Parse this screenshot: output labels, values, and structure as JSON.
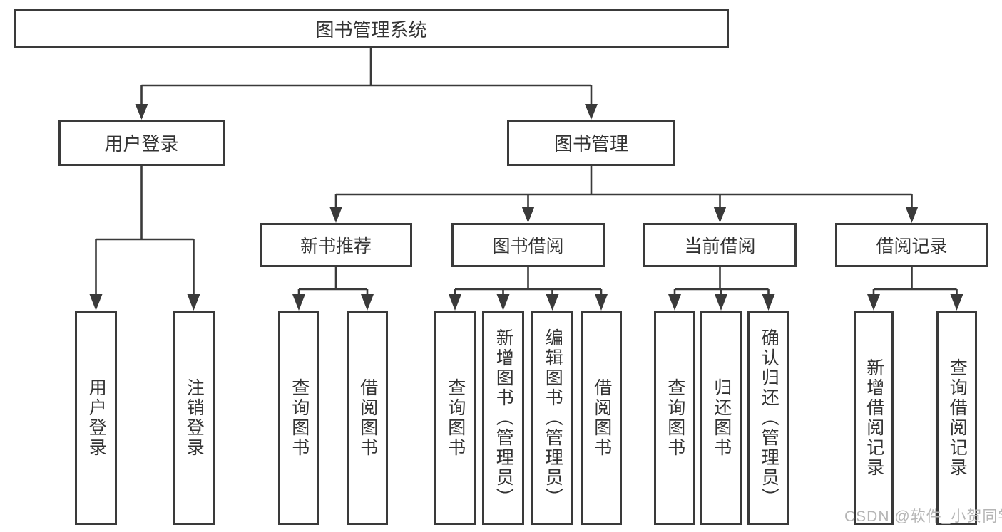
{
  "diagram": {
    "root": {
      "label": "图书管理系统"
    },
    "level2": [
      {
        "label": "用户登录",
        "parent": "图书管理系统"
      },
      {
        "label": "图书管理",
        "parent": "图书管理系统"
      }
    ],
    "level3": [
      {
        "label": "新书推荐",
        "parent": "图书管理"
      },
      {
        "label": "图书借阅",
        "parent": "图书管理"
      },
      {
        "label": "当前借阅",
        "parent": "图书管理"
      },
      {
        "label": "借阅记录",
        "parent": "图书管理"
      }
    ],
    "leaves": [
      {
        "label": "用户登录",
        "parent": "用户登录"
      },
      {
        "label": "注销登录",
        "parent": "用户登录"
      },
      {
        "label": "查询图书",
        "parent": "新书推荐"
      },
      {
        "label": "借阅图书",
        "parent": "新书推荐"
      },
      {
        "label": "查询图书",
        "parent": "图书借阅"
      },
      {
        "label": "新增图书（管理员）",
        "parent": "图书借阅"
      },
      {
        "label": "编辑图书（管理员）",
        "parent": "图书借阅"
      },
      {
        "label": "借阅图书",
        "parent": "图书借阅"
      },
      {
        "label": "查询图书",
        "parent": "当前借阅"
      },
      {
        "label": "归还图书",
        "parent": "当前借阅"
      },
      {
        "label": "确认归还（管理员）",
        "parent": "当前借阅"
      },
      {
        "label": "新增借阅记录",
        "parent": "借阅记录"
      },
      {
        "label": "查询借阅记录",
        "parent": "借阅记录"
      }
    ]
  },
  "watermark": {
    "text": "CSDN @软件_小贺同学"
  },
  "colors": {
    "line": "#3a3a3a",
    "text": "#333333",
    "background": "#ffffff",
    "watermark": "#b5b5b5"
  }
}
